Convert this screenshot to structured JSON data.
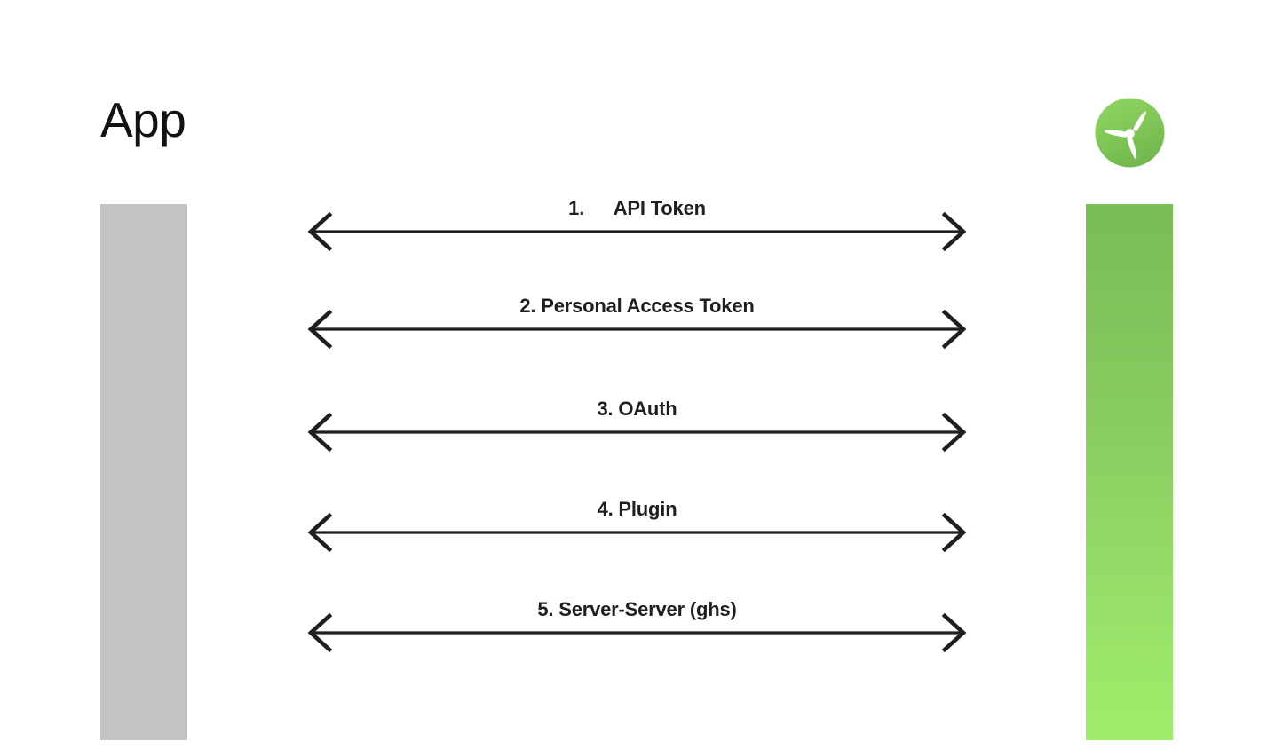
{
  "diagram": {
    "type": "sequence-diagram",
    "title": "App",
    "background_color": "#ffffff",
    "participants": [
      {
        "id": "app",
        "label": "App",
        "side": "left",
        "lifeline_color": "#c3c3c3",
        "icon": "none"
      },
      {
        "id": "service",
        "label": "",
        "side": "right",
        "lifeline_color_top": "#78bd55",
        "lifeline_color_bottom": "#9fee6a",
        "icon": "turbine-logo"
      }
    ],
    "messages": [
      {
        "number": "1.",
        "label": "1.  API Token",
        "text": "API Token",
        "direction": "bidirectional"
      },
      {
        "number": "2.",
        "label": "2. Personal Access Token",
        "text": "Personal Access Token",
        "direction": "bidirectional"
      },
      {
        "number": "3.",
        "label": "3. OAuth",
        "text": "OAuth",
        "direction": "bidirectional"
      },
      {
        "number": "4.",
        "label": "4. Plugin",
        "text": "Plugin",
        "direction": "bidirectional"
      },
      {
        "number": "5.",
        "label": "5. Server-Server (ghs)",
        "text": "Server-Server (ghs)",
        "direction": "bidirectional"
      }
    ],
    "colors": {
      "text": "#1f1f1f",
      "arrow": "#1f1f1f",
      "app_lifeline": "#c3c3c3",
      "service_green_top": "#78bd55",
      "service_green_bottom": "#9fee6a"
    }
  }
}
